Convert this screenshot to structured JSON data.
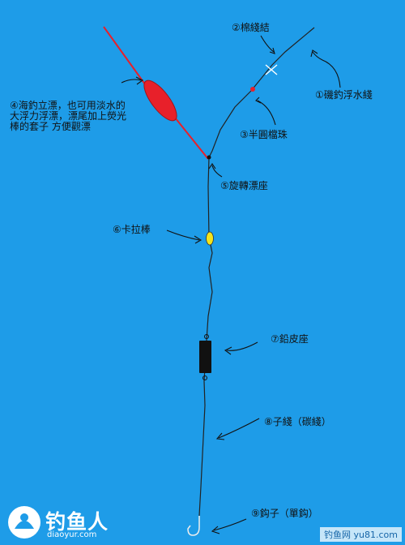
{
  "labels": {
    "l1": "①磯釣浮水綫",
    "l2": "②棉綫結",
    "l3": "③半圓檔珠",
    "l4": "④海釣立漂，也可用淡水的\n大浮力浮漂，漂尾加上熒光\n棒的套子 方便觀漂",
    "l5": "⑤旋轉漂座",
    "l6": "⑥卡拉棒",
    "l7": "⑦鉛皮座",
    "l8": "⑧子綫（碳綫）",
    "l9": "⑨鈎子（單鈎）"
  },
  "logo": {
    "title": "钓鱼人",
    "subtitle": "diaoyur.com"
  },
  "watermark": "钓鱼网 yu81.com",
  "colors": {
    "background": "#1e9ce8",
    "float": "#e8202a",
    "line": "#222222",
    "stick": "#f2e41c"
  }
}
